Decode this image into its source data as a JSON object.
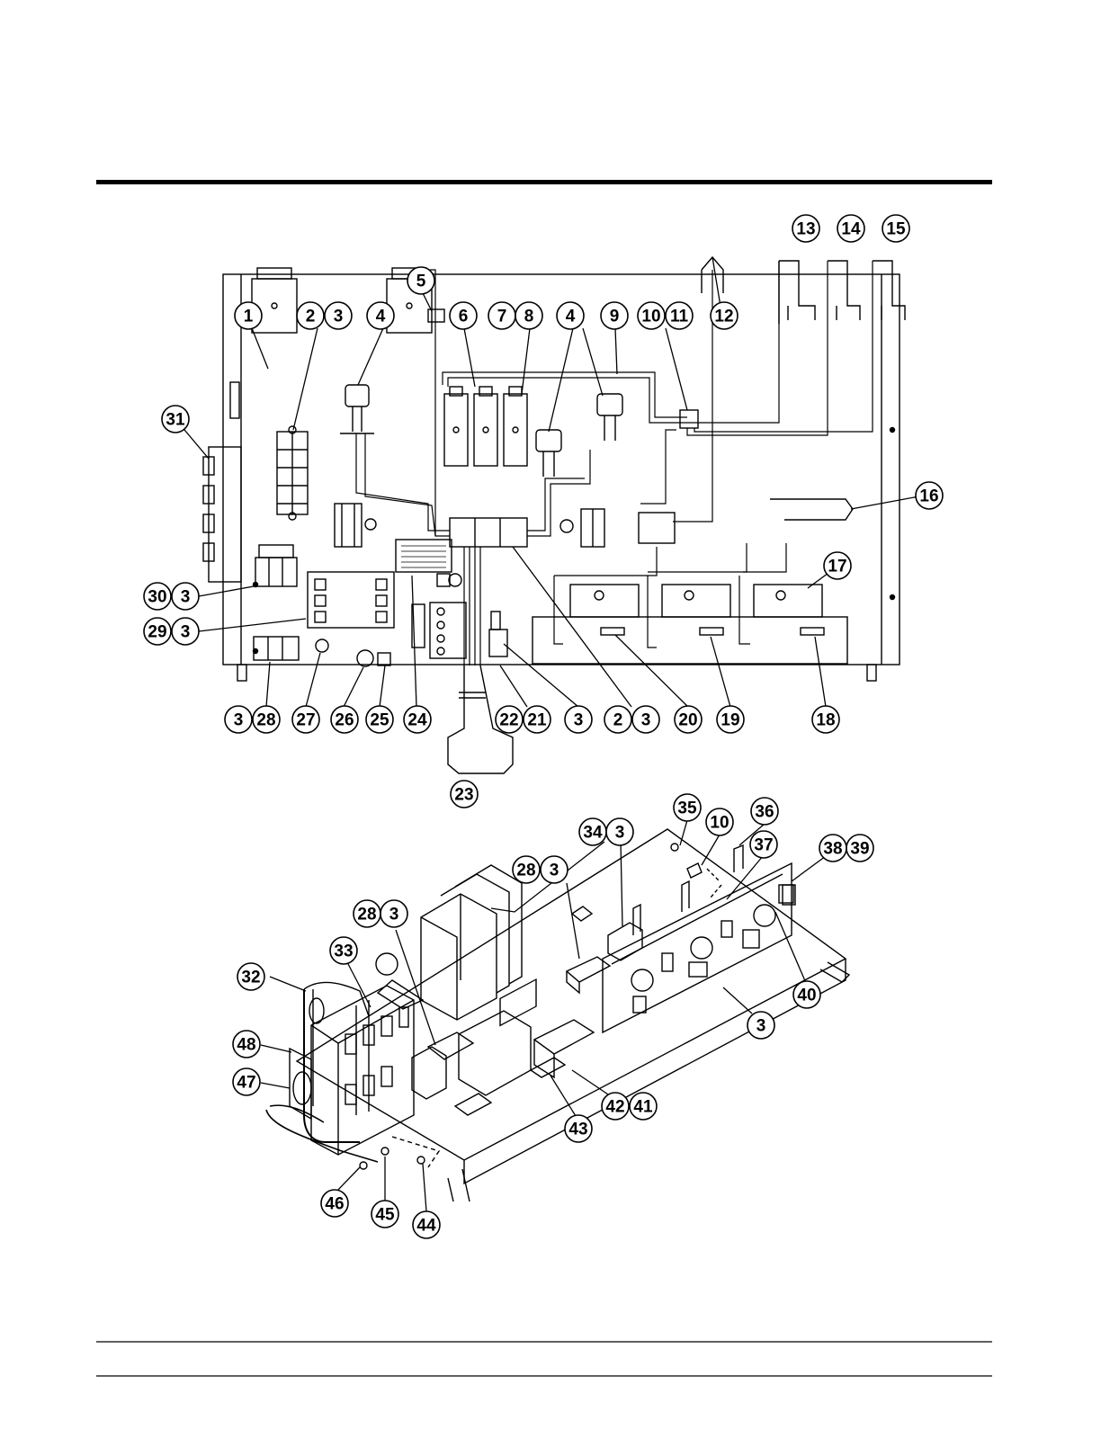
{
  "top_labels": [
    {
      "id": "c1",
      "text": "1"
    },
    {
      "id": "c2",
      "text": "2"
    },
    {
      "id": "c3a",
      "text": "3"
    },
    {
      "id": "c4a",
      "text": "4"
    },
    {
      "id": "c5",
      "text": "5"
    },
    {
      "id": "c6",
      "text": "6"
    },
    {
      "id": "c7",
      "text": "7"
    },
    {
      "id": "c8",
      "text": "8"
    },
    {
      "id": "c4b",
      "text": "4"
    },
    {
      "id": "c9",
      "text": "9"
    },
    {
      "id": "c10",
      "text": "10"
    },
    {
      "id": "c11",
      "text": "11"
    },
    {
      "id": "c12",
      "text": "12"
    },
    {
      "id": "c13",
      "text": "13"
    },
    {
      "id": "c14",
      "text": "14"
    },
    {
      "id": "c15",
      "text": "15"
    },
    {
      "id": "c16",
      "text": "16"
    },
    {
      "id": "c17",
      "text": "17"
    },
    {
      "id": "c18",
      "text": "18"
    },
    {
      "id": "c19",
      "text": "19"
    },
    {
      "id": "c20",
      "text": "20"
    },
    {
      "id": "c2b",
      "text": "2"
    },
    {
      "id": "c3b",
      "text": "3"
    },
    {
      "id": "c3c",
      "text": "3"
    },
    {
      "id": "c21",
      "text": "21"
    },
    {
      "id": "c22",
      "text": "22"
    },
    {
      "id": "c23",
      "text": "23"
    },
    {
      "id": "c24",
      "text": "24"
    },
    {
      "id": "c25",
      "text": "25"
    },
    {
      "id": "c26",
      "text": "26"
    },
    {
      "id": "c27",
      "text": "27"
    },
    {
      "id": "c28",
      "text": "28"
    },
    {
      "id": "c3d",
      "text": "3"
    },
    {
      "id": "c29",
      "text": "29"
    },
    {
      "id": "c3e",
      "text": "3"
    },
    {
      "id": "c30",
      "text": "30"
    },
    {
      "id": "c3f",
      "text": "3"
    },
    {
      "id": "c31",
      "text": "31"
    }
  ],
  "bottom_labels": [
    {
      "id": "d35",
      "text": "35"
    },
    {
      "id": "d10",
      "text": "10"
    },
    {
      "id": "d36",
      "text": "36"
    },
    {
      "id": "d37",
      "text": "37"
    },
    {
      "id": "d34",
      "text": "34"
    },
    {
      "id": "d3a",
      "text": "3"
    },
    {
      "id": "d38",
      "text": "38"
    },
    {
      "id": "d39",
      "text": "39"
    },
    {
      "id": "d28a",
      "text": "28"
    },
    {
      "id": "d3b",
      "text": "3"
    },
    {
      "id": "d28b",
      "text": "28"
    },
    {
      "id": "d3c",
      "text": "3"
    },
    {
      "id": "d33",
      "text": "33"
    },
    {
      "id": "d32",
      "text": "32"
    },
    {
      "id": "d48",
      "text": "48"
    },
    {
      "id": "d47",
      "text": "47"
    },
    {
      "id": "d40",
      "text": "40"
    },
    {
      "id": "d3d",
      "text": "3"
    },
    {
      "id": "d42",
      "text": "42"
    },
    {
      "id": "d41",
      "text": "41"
    },
    {
      "id": "d43",
      "text": "43"
    },
    {
      "id": "d46",
      "text": "46"
    },
    {
      "id": "d45",
      "text": "45"
    },
    {
      "id": "d44",
      "text": "44"
    }
  ]
}
